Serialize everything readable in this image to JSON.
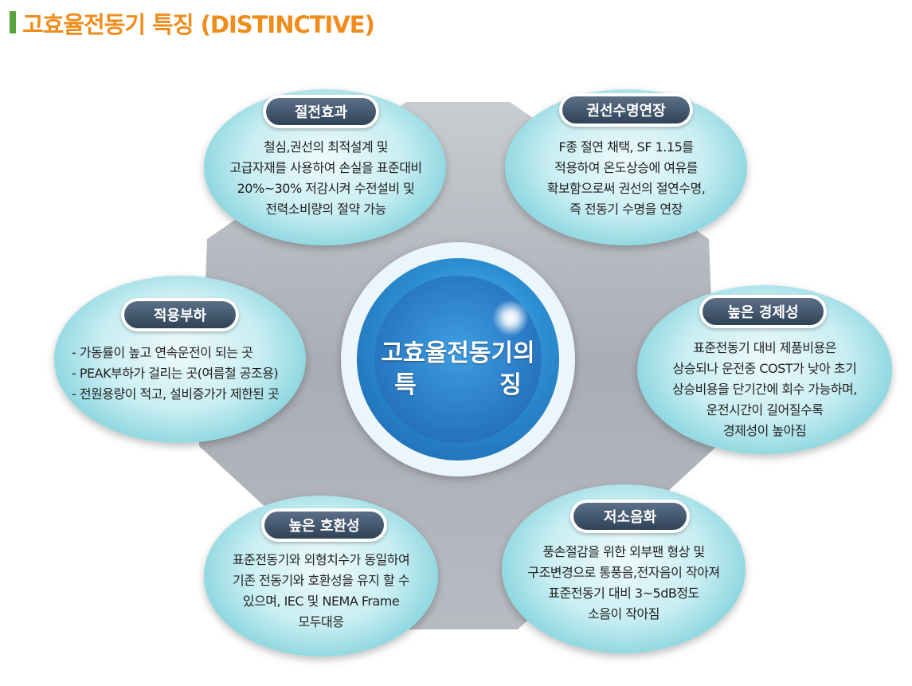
{
  "title": "고효율전동기 특징 (DISTINCTIVE)",
  "center": {
    "line1": "고효율전동기의",
    "line2": "특          징"
  },
  "features": [
    {
      "label": "절전효과",
      "lines": [
        "철심,권선의 최적설계 및",
        "고급자재를 사용하여 손실을 표준대비",
        "20%~30% 저감시켜 수전설비 및",
        "전력소비량의 절약 가능"
      ]
    },
    {
      "label": "권선수명연장",
      "lines": [
        "F종 절연 채택, SF 1.15를",
        "적용하여 온도상승에 여유를",
        "확보함으로써 권선의 절연수명,",
        "즉 전동기 수명을 연장"
      ]
    },
    {
      "label": "적용부하",
      "lines": [
        "- 가동률이 높고 연속운전이 되는 곳",
        "- PEAK부하가 걸리는 곳(여름철 공조용)",
        "- 전원용량이 적고, 설비증가가 제한된 곳"
      ]
    },
    {
      "label": "높은 경제성",
      "lines": [
        "표준전동기 대비 제품비용은",
        "상승되나 운전중 COST가 낮아 초기",
        "상승비용을 단기간에 회수 가능하며,",
        "운전시간이 길어질수록",
        "경제성이 높아짐"
      ]
    },
    {
      "label": "높은 호환성",
      "lines": [
        "표준전동기와 외형치수가 동일하여",
        "기존 전동기와 호환성을 유지 할 수",
        "있으며, IEC 및 NEMA Frame",
        "모두대응"
      ]
    },
    {
      "label": "저소음화",
      "lines": [
        "풍손절감을 위한 외부팬 형상 및",
        "구조변경으로 통풍음,전자음이 작아져",
        "표준전동기 대비 3~5dB정도",
        "소음이 작아짐"
      ]
    }
  ]
}
